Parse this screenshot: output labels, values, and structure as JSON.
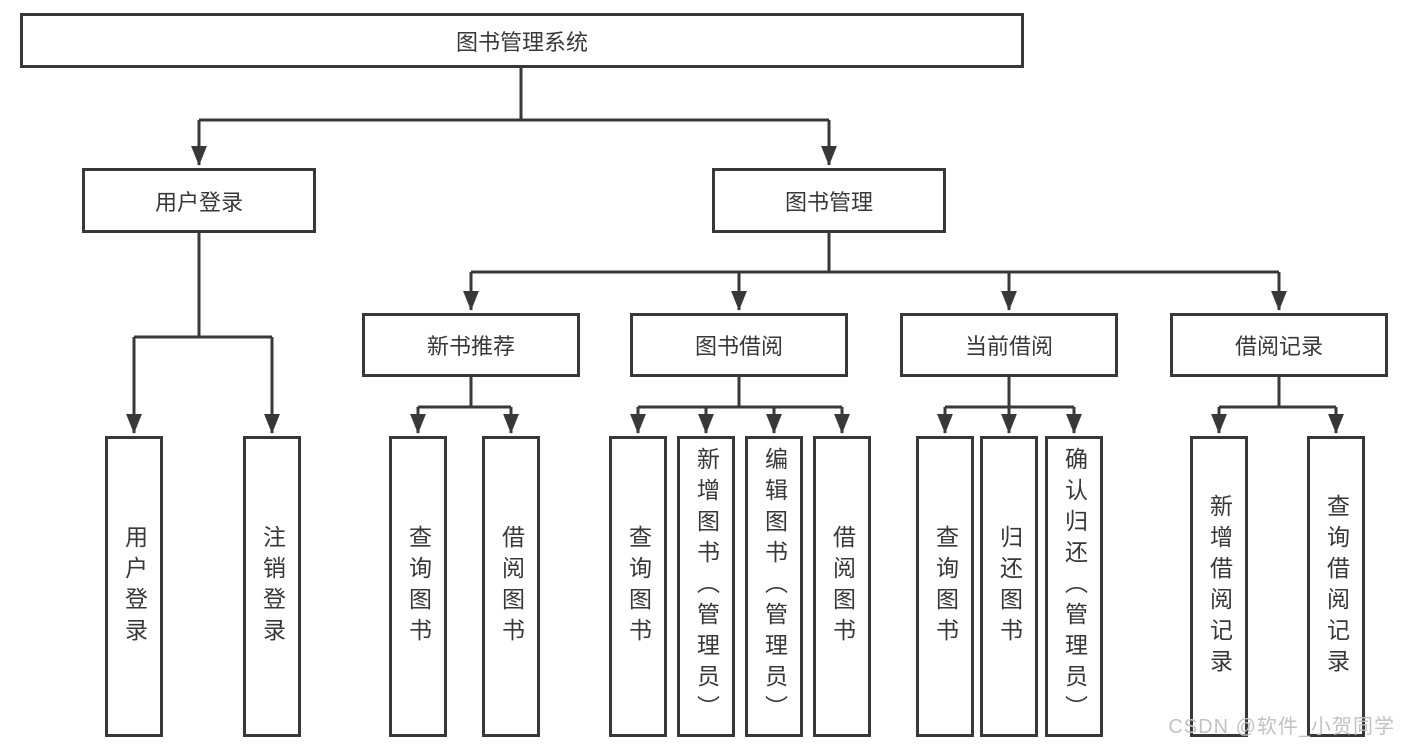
{
  "colors": {
    "line": "#383838",
    "text": "#383838",
    "box_background": "#ffffff",
    "watermark": "#c2c2c2"
  },
  "watermark": {
    "text": "CSDN @软件_小贺同学"
  },
  "tree": {
    "root": {
      "label": "图书管理系统"
    },
    "branches": [
      {
        "label": "用户登录",
        "children": [
          {
            "label": "用户登录"
          },
          {
            "label": "注销登录"
          }
        ]
      },
      {
        "label": "图书管理",
        "sections": [
          {
            "label": "新书推荐",
            "children": [
              {
                "label": "查询图书"
              },
              {
                "label": "借阅图书"
              }
            ]
          },
          {
            "label": "图书借阅",
            "children": [
              {
                "label": "查询图书"
              },
              {
                "label": "新增图书（管理员）"
              },
              {
                "label": "编辑图书（管理员）"
              },
              {
                "label": "借阅图书"
              }
            ]
          },
          {
            "label": "当前借阅",
            "children": [
              {
                "label": "查询图书"
              },
              {
                "label": "归还图书"
              },
              {
                "label": "确认归还（管理员）"
              }
            ]
          },
          {
            "label": "借阅记录",
            "children": [
              {
                "label": "新增借阅记录"
              },
              {
                "label": "查询借阅记录"
              }
            ]
          }
        ]
      }
    ]
  }
}
